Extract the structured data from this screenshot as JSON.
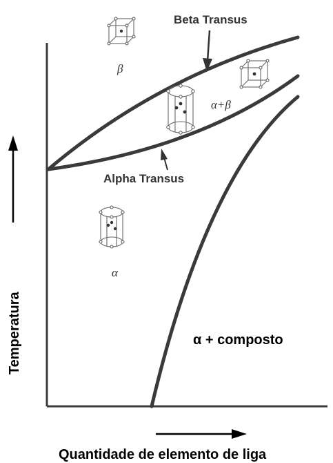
{
  "diagram": {
    "beta_transus_label": "Beta Transus",
    "alpha_transus_label": "Alpha Transus",
    "phase_beta": "β",
    "phase_alpha_beta": "α+β",
    "phase_alpha": "α",
    "phase_alpha_compound": "α + composto",
    "ylabel": "Temperatura",
    "xlabel": "Quantidade de elemento de liga"
  },
  "colors": {
    "line": "#3a3a3a",
    "text": "#000000"
  }
}
